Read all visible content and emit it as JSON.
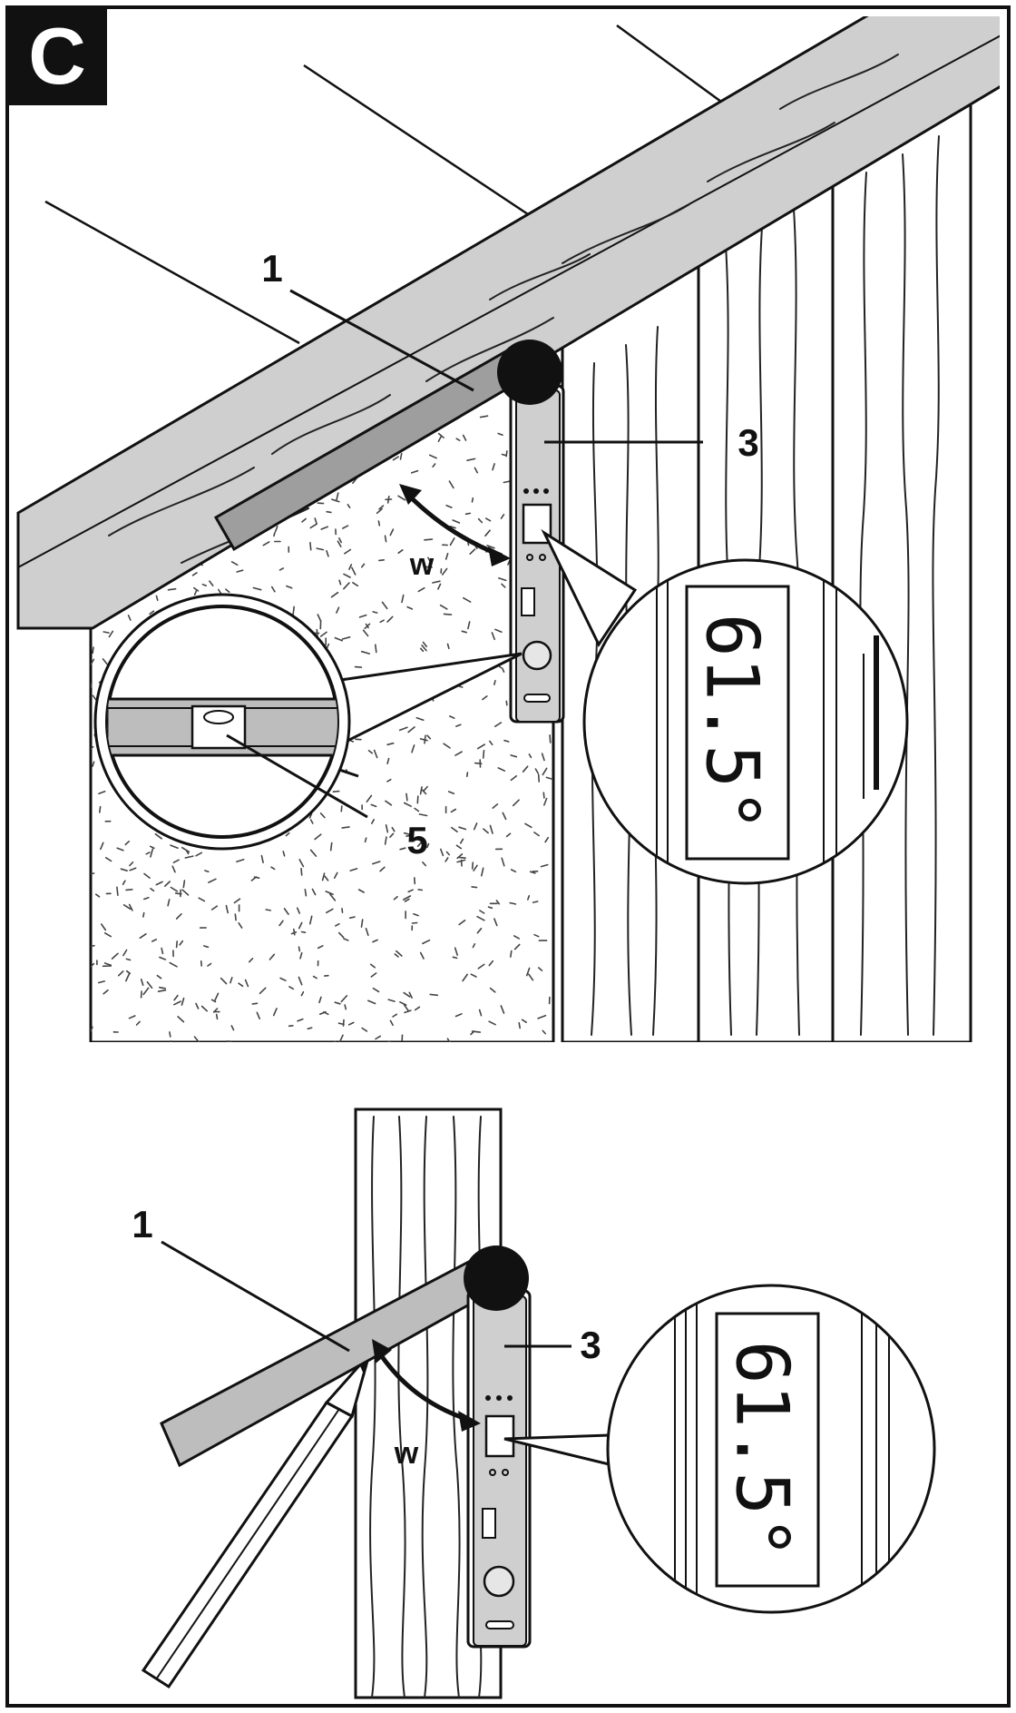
{
  "figure_label": "C",
  "colors": {
    "ink": "#111111",
    "arm_gray": "#bdbdbd",
    "arm_dark": "#9e9e9e",
    "device_gray": "#cfcfcf",
    "paper": "#ffffff"
  },
  "top_panel": {
    "callouts": {
      "arm": "1",
      "device": "3",
      "level": "5",
      "angle": "w"
    },
    "display_reading": "61.5°"
  },
  "bottom_panel": {
    "callouts": {
      "arm": "1",
      "device": "3",
      "angle": "w"
    },
    "display_reading": "61.5°"
  },
  "icons": {
    "pivot": "pivot-knob-icon",
    "angle_arrow": "double-arrow-icon",
    "bubble_level": "bubble-level-icon",
    "pencil": "pencil-icon"
  }
}
